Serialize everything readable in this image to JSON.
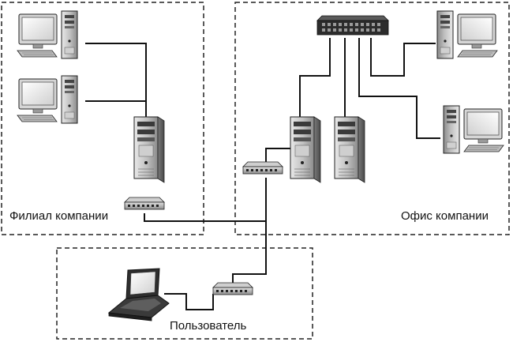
{
  "regions": {
    "branch": {
      "label": "Филиал компании"
    },
    "office": {
      "label": "Офис компании"
    },
    "user": {
      "label": "Пользователь"
    }
  },
  "devices": {
    "branch": [
      "workstation-icon",
      "workstation-icon",
      "server-tower-icon",
      "network-hub-icon"
    ],
    "office": [
      "switch-rack-icon",
      "workstation-icon",
      "workstation-icon",
      "server-tower-icon",
      "server-tower-icon",
      "network-hub-icon"
    ],
    "user": [
      "laptop-icon",
      "network-hub-icon"
    ]
  },
  "colors": {
    "line": "#111111",
    "device_dark": "#3a3a3a",
    "device_mid": "#8c8c8c",
    "device_light": "#d9d9d9",
    "screen": "#f2f2f2",
    "border": "#222222"
  }
}
